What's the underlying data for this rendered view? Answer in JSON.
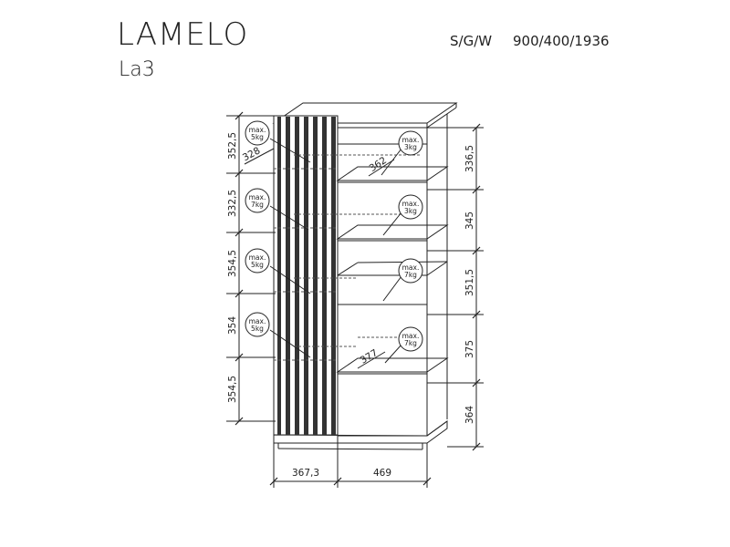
{
  "header": {
    "title": "LAMELO",
    "model": "La3",
    "dims_label": "S/G/W",
    "dims_value": "900/400/1936"
  },
  "left_heights": [
    "352,5",
    "332,5",
    "354,5",
    "354",
    "354,5"
  ],
  "right_heights": [
    "336,5",
    "345",
    "351,5",
    "375",
    "364"
  ],
  "bottom_widths": [
    "367,3",
    "469"
  ],
  "depths": [
    "328",
    "362",
    "377"
  ],
  "left_loads": [
    {
      "l1": "max.",
      "l2": "5kg"
    },
    {
      "l1": "max.",
      "l2": "7kg"
    },
    {
      "l1": "max.",
      "l2": "5kg"
    },
    {
      "l1": "max.",
      "l2": "5kg"
    }
  ],
  "right_loads": [
    {
      "l1": "max.",
      "l2": "3kg"
    },
    {
      "l1": "max.",
      "l2": "3kg"
    },
    {
      "l1": "max.",
      "l2": "7kg"
    },
    {
      "l1": "max.",
      "l2": "7kg"
    }
  ]
}
